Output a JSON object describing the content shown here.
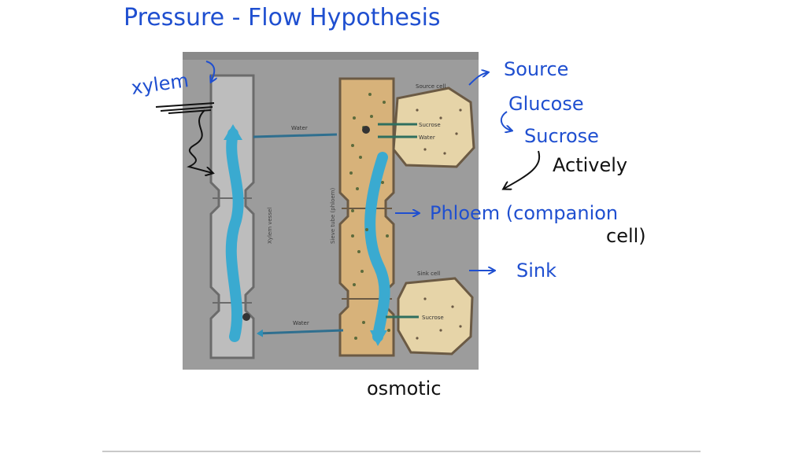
{
  "title": "Pressure - Flow Hypothesis",
  "annotations": {
    "xylem": "xylem",
    "source": "Source",
    "glucose": "Glucose",
    "sucrose": "Sucrose",
    "actively": "Actively",
    "phloem": "Phloem (companion",
    "phloem_cont": "cell)",
    "sink": "Sink",
    "osmotic": "osmotic"
  },
  "figure_labels": {
    "source_cell": "Source cell",
    "sucrose_top": "Sucrose",
    "water_top": "Water",
    "water_left": "Water",
    "xylem_vessel": "Xylem vessel",
    "sieve_tube": "Sieve tube (phloem)",
    "sink_cell": "Sink cell",
    "sucrose_bottom": "Sucrose",
    "water_bottom": "Water"
  },
  "colors": {
    "ink_blue": "#1f4fd0",
    "ink_black": "#111111",
    "tan": "#d7b27a",
    "light_tan": "#e6d4a8",
    "wall": "#7a6a58",
    "xylem_bg": "#b3b3b3",
    "flow": "#3aaad0"
  }
}
